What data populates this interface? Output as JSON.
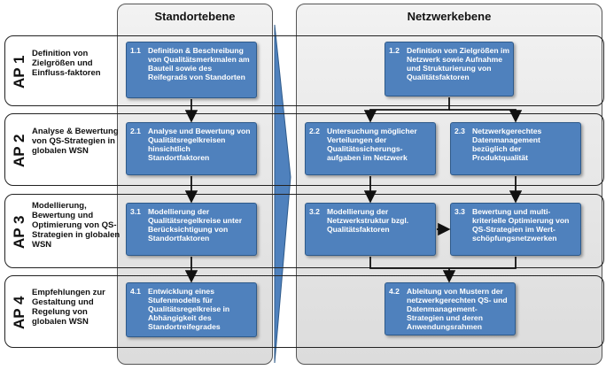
{
  "columns": {
    "left": {
      "title": "Standortebene"
    },
    "right": {
      "title": "Netzwerkebene"
    }
  },
  "rows": [
    {
      "label": "AP 1",
      "desc": "Definition von Zielgrößen und Einfluss-faktoren"
    },
    {
      "label": "AP 2",
      "desc": "Analyse & Bewertung von QS-Strategien in globalen WSN"
    },
    {
      "label": "AP 3",
      "desc": "Modellierung, Bewertung und Optimierung von QS-Strategien in globalen WSN"
    },
    {
      "label": "AP 4",
      "desc": "Empfehlungen zur Gestaltung und Regelung von globalen WSN"
    }
  ],
  "boxes": {
    "b11": {
      "num": "1.1",
      "text": "Definition & Beschreibung von Qualitätsmerkmalen am Bauteil sowie des Reifegrads von Standorten"
    },
    "b12": {
      "num": "1.2",
      "text": "Definition von Zielgrößen im Netzwerk sowie Aufnahme und Strukturierung von Qualitätsfaktoren"
    },
    "b21": {
      "num": "2.1",
      "text": "Analyse und Bewertung von Qualitätsregelkreisen hinsichtlich Standortfaktoren"
    },
    "b22": {
      "num": "2.2",
      "text": "Untersuchung möglicher Verteilungen der Qualitätssicherungs-aufgaben im Netzwerk"
    },
    "b23": {
      "num": "2.3",
      "text": "Netzwerkgerechtes Datenmanagement bezüglich der Produktqualität"
    },
    "b31": {
      "num": "3.1",
      "text": "Modellierung der Qualitätsregelkreise unter Berücksichtigung von Standortfaktoren"
    },
    "b32": {
      "num": "3.2",
      "text": "Modellierung der Netzwerkstruktur bzgl. Qualitätsfaktoren"
    },
    "b33": {
      "num": "3.3",
      "text": "Bewertung und multi-kriterielle Optimierung von QS-Strategien im Wert-schöpfungsnetzwerken"
    },
    "b41": {
      "num": "4.1",
      "text": "Entwicklung eines Stufenmodells für Qualitätsregelkreise in Abhängigkeit des Standortreifegrades"
    },
    "b42": {
      "num": "4.2",
      "text": "Ableitung von Mustern der netzwerkgerechten QS- und Datenmanagement-Strategien und deren Anwendungsrahmen"
    }
  },
  "colors": {
    "box_fill": "#4f81bd",
    "box_border": "#2e5a8a",
    "column_fill": "#e6e6e6",
    "arrow": "#111111"
  }
}
